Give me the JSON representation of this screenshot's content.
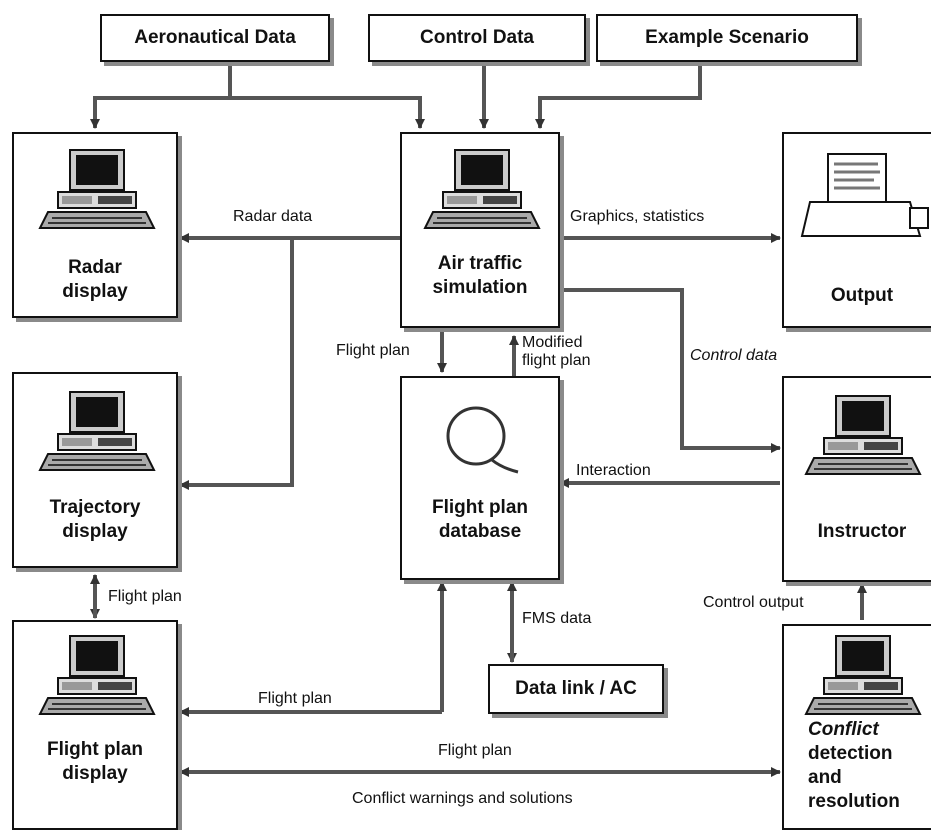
{
  "sources": {
    "aeronautical": "Aeronautical Data",
    "control": "Control Data",
    "scenario": "Example Scenario"
  },
  "nodes": {
    "radar": {
      "line1": "Radar",
      "line2": "display"
    },
    "atc": {
      "line1": "Air traffic",
      "line2": "simulation"
    },
    "output": {
      "line1": "Output"
    },
    "trajectory": {
      "line1": "Trajectory",
      "line2": "display"
    },
    "fpdb": {
      "line1": "Flight plan",
      "line2": "database"
    },
    "instructor": {
      "line1": "Instructor"
    },
    "fpdisplay": {
      "line1": "Flight plan",
      "line2": "display"
    },
    "conflict": {
      "line1": "Conflict",
      "line2": "detection",
      "line3": "and",
      "line4": "resolution"
    },
    "datalink": {
      "line1": "Data link / AC"
    }
  },
  "edges": {
    "radar_data": "Radar data",
    "graphics_stats": "Graphics, statistics",
    "flight_plan_down": "Flight plan",
    "modified_1": "Modified",
    "modified_2": "flight plan",
    "control_data": "Control data",
    "interaction": "Interaction",
    "flight_plan_traj": "Flight plan",
    "fms_data": "FMS data",
    "control_output": "Control output",
    "flight_plan_db": "Flight plan",
    "flight_plan_bottom": "Flight plan",
    "conflict_warnings": "Conflict warnings and solutions"
  }
}
